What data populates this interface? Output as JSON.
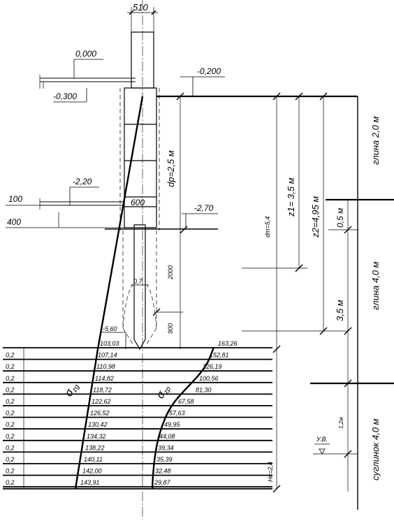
{
  "dims": {
    "col_width": "510",
    "level_0": "0,000",
    "level_m0300": "-0,300",
    "level_m0200": "-0,200",
    "level_m220": "-2,20",
    "level_m270": "-2,70",
    "dim_100": "100",
    "dim_400": "400",
    "dim_600": "600",
    "dp": "dp=2,5 м",
    "pile_2000": "2000",
    "pile_900": "900",
    "pile_07": "0,7",
    "level_m560": "-5,60",
    "dm": "dm=5,4",
    "z1": "z1= 3,5 м",
    "z2": "z2=4,95 м",
    "d05": "0,5 м",
    "d35": "3,5 м",
    "d12": "1,2м",
    "hc": "Hc=2,4",
    "uv": "У.В."
  },
  "soils": {
    "layer1": "глина 2,0 м",
    "layer2": "глина 4,0 м",
    "layer3": "суглинок 4,0 м"
  },
  "stress": {
    "sigma_zg": {
      "symbol": "σ",
      "sub": "zg"
    },
    "sigma_zp": {
      "symbol": "σ",
      "sub": "zp"
    },
    "layers": [
      {
        "h": "",
        "zg": "103,03",
        "zp": "163,26"
      },
      {
        "h": "0,2",
        "zg": "107,14",
        "zp": "152,81"
      },
      {
        "h": "0,2",
        "zg": "110,98",
        "zp": "126,19"
      },
      {
        "h": "0,2",
        "zg": "114,82",
        "zp": "100,56"
      },
      {
        "h": "0,2",
        "zg": "118,72",
        "zp": "81,30"
      },
      {
        "h": "0,2",
        "zg": "122,62",
        "zp": "67,58"
      },
      {
        "h": "0,2",
        "zg": "126,52",
        "zp": "57,63"
      },
      {
        "h": "0,2",
        "zg": "130,42",
        "zp": "49,95"
      },
      {
        "h": "0,2",
        "zg": "134,32",
        "zp": "44,08"
      },
      {
        "h": "0,2",
        "zg": "138,22",
        "zp": "39,34"
      },
      {
        "h": "0,2",
        "zg": "140,11",
        "zp": "35,39"
      },
      {
        "h": "0,2",
        "zg": "142,00",
        "zp": "32,48"
      },
      {
        "h": "0,2",
        "zg": "143,91",
        "zp": "29,87"
      }
    ]
  }
}
